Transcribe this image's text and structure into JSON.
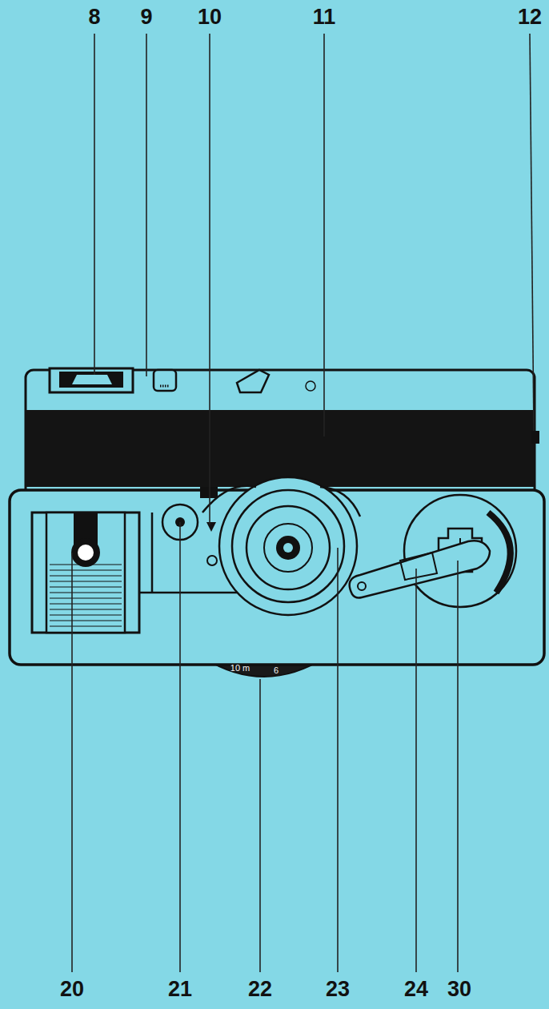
{
  "diagram": {
    "labels": [
      "8",
      "9",
      "10",
      "11",
      "12",
      "20",
      "21",
      "22",
      "23",
      "24",
      "30",
      "10 m",
      "6"
    ]
  }
}
